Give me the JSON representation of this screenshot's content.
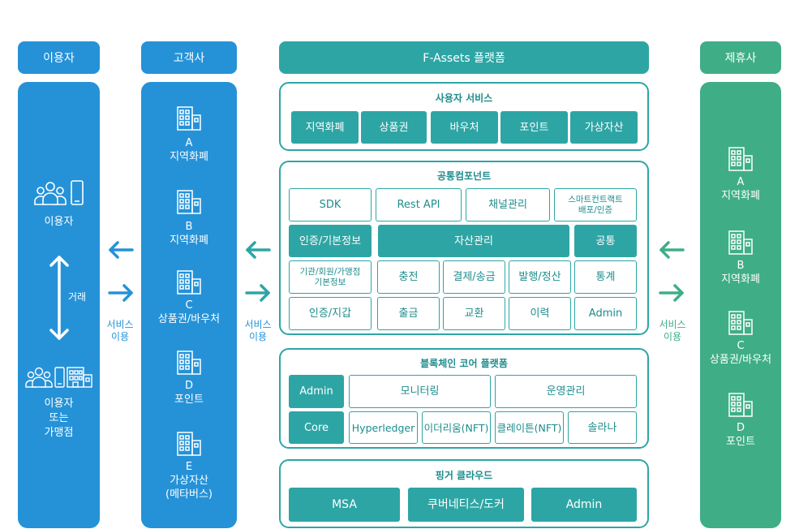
{
  "headers": {
    "user": "이용자",
    "client": "고객사",
    "platform": "F-Assets 플랫폼",
    "partner": "제휴사"
  },
  "user_col": {
    "top_label": "이용자",
    "deal_label": "거래",
    "bottom_label": "이용자\n또는\n가맹점"
  },
  "client_col": {
    "items": [
      "A\n지역화폐",
      "B\n지역화폐",
      "C\n상품권/바우처",
      "D\n포인트",
      "E\n가상자산\n(메타버스)"
    ]
  },
  "partner_col": {
    "items": [
      "A\n지역화폐",
      "B\n지역화폐",
      "C\n상품권/바우처",
      "D\n포인트"
    ]
  },
  "arrows": {
    "service_use_1": "서비스\n이용",
    "service_use_2": "서비스\n이용",
    "service_use_3": "서비스\n이용"
  },
  "user_services": {
    "title": "사용자 서비스",
    "items": [
      "지역화폐",
      "상품권",
      "바우처",
      "포인트",
      "가상자산"
    ]
  },
  "common": {
    "title": "공통컴포넌트",
    "row1": [
      "SDK",
      "Rest API",
      "채널관리",
      "스마트컨트랙트\n배포/인증"
    ],
    "row2": [
      "인증/기본정보",
      "자산관리",
      "공통"
    ],
    "row3": [
      "기관/회원/가맹점\n기본정보",
      "충전",
      "결제/송금",
      "발행/정산",
      "통계"
    ],
    "row4": [
      "인증/지갑",
      "출금",
      "교환",
      "이력",
      "Admin"
    ]
  },
  "blockchain": {
    "title": "블록체인 코어 플랫폼",
    "row1": [
      "Admin",
      "모니터링",
      "운영관리"
    ],
    "row2": [
      "Core",
      "Hyperledger",
      "이더리움(NFT)",
      "클레이튼(NFT)",
      "솔라나"
    ]
  },
  "cloud": {
    "title": "핑거 클라우드",
    "items": [
      "MSA",
      "쿠버네티스/도커",
      "Admin"
    ]
  }
}
